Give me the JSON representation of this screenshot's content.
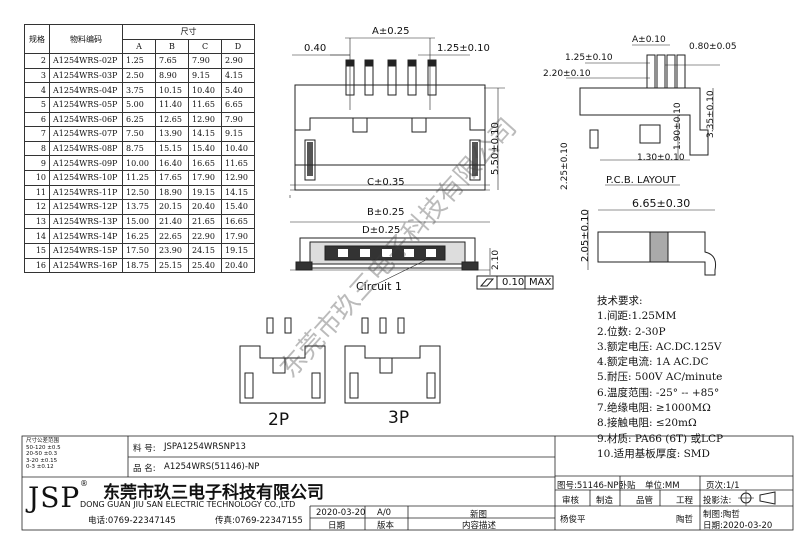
{
  "table": {
    "headers": {
      "spec": "规格",
      "part": "物料编码",
      "size": "尺寸",
      "a": "A",
      "b": "B",
      "c": "C",
      "d": "D"
    },
    "rows": [
      [
        "2",
        "A1254WRS-02P",
        "1.25",
        "7.65",
        "7.90",
        "2.90"
      ],
      [
        "3",
        "A1254WRS-03P",
        "2.50",
        "8.90",
        "9.15",
        "4.15"
      ],
      [
        "4",
        "A1254WRS-04P",
        "3.75",
        "10.15",
        "10.40",
        "5.40"
      ],
      [
        "5",
        "A1254WRS-05P",
        "5.00",
        "11.40",
        "11.65",
        "6.65"
      ],
      [
        "6",
        "A1254WRS-06P",
        "6.25",
        "12.65",
        "12.90",
        "7.90"
      ],
      [
        "7",
        "A1254WRS-07P",
        "7.50",
        "13.90",
        "14.15",
        "9.15"
      ],
      [
        "8",
        "A1254WRS-08P",
        "8.75",
        "15.15",
        "15.40",
        "10.40"
      ],
      [
        "9",
        "A1254WRS-09P",
        "10.00",
        "16.40",
        "16.65",
        "11.65"
      ],
      [
        "10",
        "A1254WRS-10P",
        "11.25",
        "17.65",
        "17.90",
        "12.90"
      ],
      [
        "11",
        "A1254WRS-11P",
        "12.50",
        "18.90",
        "19.15",
        "14.15"
      ],
      [
        "12",
        "A1254WRS-12P",
        "13.75",
        "20.15",
        "20.40",
        "15.40"
      ],
      [
        "13",
        "A1254WRS-13P",
        "15.00",
        "21.40",
        "21.65",
        "16.65"
      ],
      [
        "14",
        "A1254WRS-14P",
        "16.25",
        "22.65",
        "22.90",
        "17.90"
      ],
      [
        "15",
        "A1254WRS-15P",
        "17.50",
        "23.90",
        "24.15",
        "19.15"
      ],
      [
        "16",
        "A1254WRS-16P",
        "18.75",
        "25.15",
        "25.40",
        "20.40"
      ]
    ]
  },
  "dims": {
    "a_025": "A±0.25",
    "d040": "0.40",
    "d125": "1.25±0.10",
    "d550": "5.50±0.10",
    "c035": "C±0.35",
    "b025": "B±0.25",
    "d_025": "D±0.25",
    "d210": "2.10",
    "circuit": "Circuit 1",
    "flat": "0.10",
    "max": "MAX",
    "r_a010": "A±0.10",
    "r_125": "1.25±0.10",
    "r_080": "0.80±0.05",
    "r_220": "2.20±0.10",
    "r_335": "3.35±0.10",
    "r_225": "2.25±0.10",
    "r_190": "1.90±0.10",
    "r_130": "1.30±0.10",
    "pcb": "P.C.B. LAYOUT",
    "r_665": "6.65±0.30",
    "r_205": "2.05±0.10"
  },
  "views": {
    "p2": "2P",
    "p3": "3P"
  },
  "requirements": {
    "title": "技术要求:",
    "items": [
      "1.间距:1.25MM",
      "2.位数: 2-30P",
      "3.额定电压: AC.DC.125V",
      "4.额定电流: 1A AC.DC",
      "5.耐压: 500V AC/minute",
      "6.温度范围: -25° -- +85°",
      "7.绝缘电阻: ≥1000MΩ",
      "8.接触电阻: ≤20mΩ",
      "9.材质: PA66 (6T) 或LCP",
      "10.适用基板厚度: SMD"
    ]
  },
  "watermark": "东莞市玖三电子科技有限公司",
  "titleblock": {
    "tol_title": "尺寸公差范围",
    "tol_rows": [
      "50-120  ±0.5",
      "20-50  ±0.3",
      "3-20  ±0.15",
      "0-3  ±0.12"
    ],
    "part_no_label": "料 号:",
    "part_no": "JSPA1254WRSNP13",
    "name_label": "品 名:",
    "name": "A1254WRS(51146)-NP",
    "logo": "JSP",
    "company_cn": "东莞市玖三电子科技有限公司",
    "company_en": "DONG GUAN JIU SAN ELECTRIC TECHNOLOGY CO.,LTD",
    "tel": "电话:0769-22347145",
    "fax": "传真:0769-22347155",
    "rev_date": "2020-03-20",
    "rev_ver": "A/0",
    "rev_desc": "新图",
    "col_date": "日期",
    "col_ver": "版本",
    "col_desc": "内容描述",
    "drawing_no": "图号:51146-NP卧贴",
    "unit": "单位:MM",
    "page": "页次:1/1",
    "review": "审核",
    "make": "制造",
    "qc": "品管",
    "eng": "工程",
    "proj": "投影法:",
    "reviewer": "杨俊平",
    "engineer": "陶哲",
    "drawer": "制图:陶哲",
    "date": "日期:2020-03-20"
  }
}
